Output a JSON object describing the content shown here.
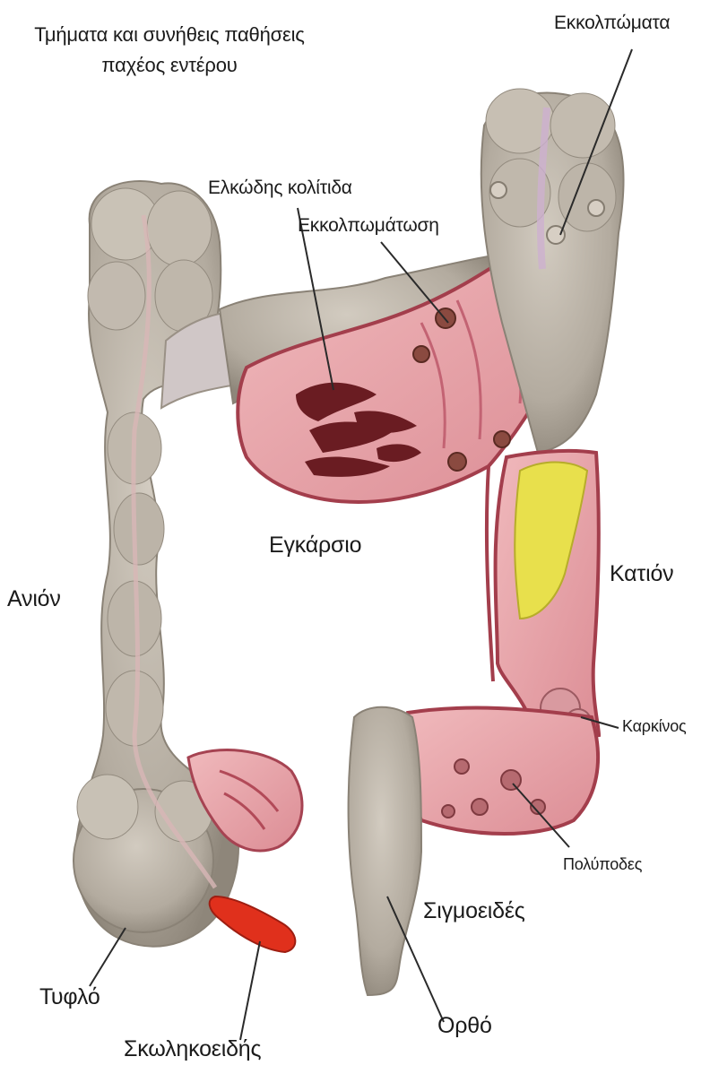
{
  "title": {
    "line1": "Τμήματα και συνήθεις παθήσεις",
    "line2": "παχέος εντέρου"
  },
  "labels": {
    "diverticula": "Εκκολπώματα",
    "ulcerative_colitis": "Ελκώδης κολίτιδα",
    "diverticulosis": "Εκκολπωμάτωση",
    "transverse": "Εγκάρσιο",
    "descending": "Κατιόν",
    "ascending": "Ανιόν",
    "cancer": "Καρκίνος",
    "polyps": "Πολύποδες",
    "sigmoid": "Σιγμοειδές",
    "cecum": "Τυφλό",
    "rectum": "Ορθό",
    "appendix": "Σκωληκοειδής"
  },
  "colors": {
    "bowel_outer": "#bab2a6",
    "bowel_shadow": "#8f877b",
    "mucosa": "#e9a9ad",
    "mucosa_dark": "#b93f52",
    "ulcer": "#6a1c22",
    "tumor_yellow": "#e8e04c",
    "appendix": "#e0301c",
    "leader": "#2a2a2a"
  }
}
